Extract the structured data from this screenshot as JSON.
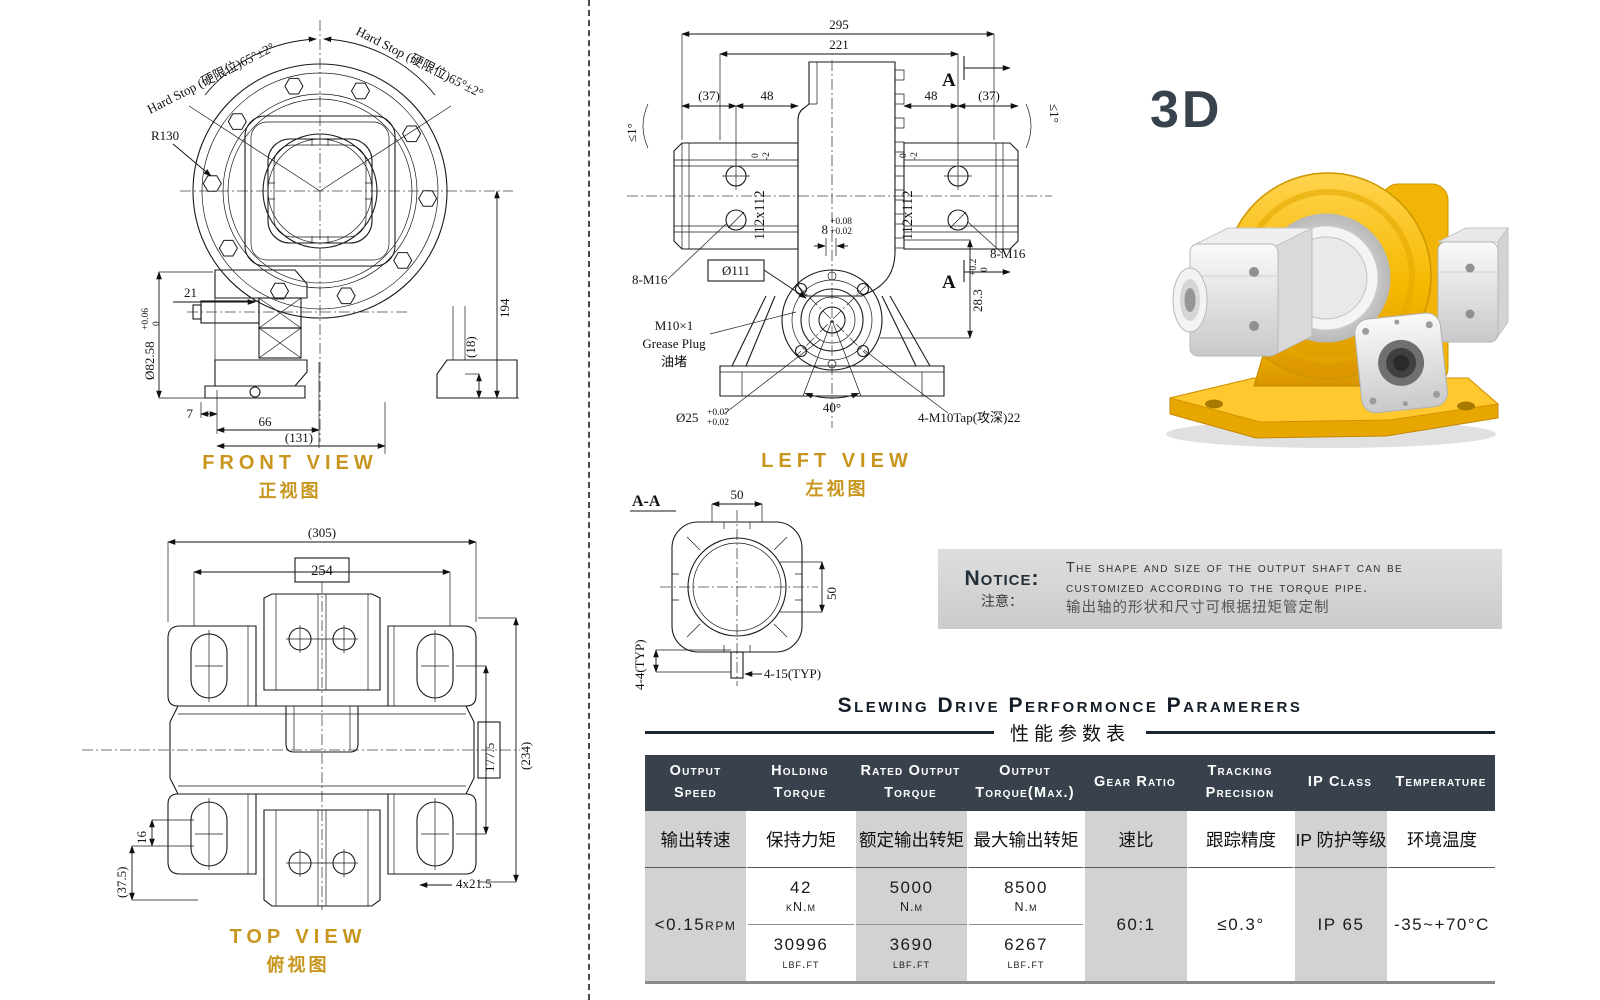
{
  "front_view": {
    "title": "FRONT VIEW",
    "subtitle": "正视图",
    "hard_stop_left": "Hard Stop (硬限位)65°±2°",
    "hard_stop_right": "Hard Stop (硬限位)65°±2°",
    "radius_label": "R130",
    "shaft_dia": "Ø82.58",
    "shaft_dia_tol_up": "+0.06",
    "shaft_dia_tol_dn": "0",
    "dim_21": "21",
    "dim_7": "7",
    "dim_66": "66",
    "dim_131": "(131)",
    "dim_194": "194",
    "dim_18": "(18)"
  },
  "left_view": {
    "title": "LEFT VIEW",
    "subtitle": "左视图",
    "dim_295": "295",
    "dim_221": "221",
    "dim_37_left": "(37)",
    "dim_48_left": "48",
    "dim_48_right": "48",
    "dim_37_right": "(37)",
    "angle_tol_left": "≤1°",
    "angle_tol_right": "≤1°",
    "shaft_sq_left": "112x112",
    "shaft_sq_tol_up": "0",
    "shaft_sq_tol_dn": "-2",
    "shaft_sq_right": "112x112",
    "dim_8": "8",
    "dim_8_tol_up": "+0.08",
    "dim_8_tol_dn": "+0.02",
    "bolts_left": "8-M16",
    "bolts_right": "8-M16",
    "dia_111": "Ø111",
    "grease_line1": "M10×1",
    "grease_line2": "Grease Plug",
    "grease_line3": "油堵",
    "dia_25": "Ø25",
    "dia_25_tol_up": "+0.07",
    "dia_25_tol_dn": "+0.02",
    "angle_40": "40°",
    "tap_label": "4-M10Tap(攻深)22",
    "dim_283": "28.3",
    "dim_283_tol_up": "+0.2",
    "dim_283_tol_dn": "0",
    "section_mark_top": "A",
    "section_mark_bottom": "A"
  },
  "section_aa": {
    "label": "A-A",
    "dim_50_top": "50",
    "dim_50_side": "50",
    "dim_44": "4-4(TYP)",
    "dim_415": "4-15(TYP)"
  },
  "top_view": {
    "title": "TOP VIEW",
    "subtitle": "俯视图",
    "dim_305": "(305)",
    "dim_254": "254",
    "dim_1775": "177.5",
    "dim_234": "(234)",
    "dim_16": "16",
    "dim_375": "(37.5)",
    "dim_4x215": "4x21.5"
  },
  "render_3d": {
    "label": "3D"
  },
  "notice": {
    "title": "Notice:",
    "title_cn": "注意：",
    "body_en_line1": "The shape and size of the output shaft can be",
    "body_en_line2": "customized according to the torque pipe.",
    "body_cn": "输出轴的形状和尺寸可根据扭矩管定制"
  },
  "table": {
    "title": "Slewing Drive Performonce Paramerers",
    "subtitle": "性能参数表",
    "columns": [
      {
        "en1": "Output",
        "en2": "Speed",
        "cn": "输出转速"
      },
      {
        "en1": "Holding",
        "en2": "Torque",
        "cn": "保持力矩"
      },
      {
        "en1": "Rated Output",
        "en2": "Torque",
        "cn": "额定输出转矩"
      },
      {
        "en1": "Output",
        "en2": "Torque(Max.)",
        "cn": "最大输出转矩"
      },
      {
        "en1": "Gear Ratio",
        "en2": "",
        "cn": "速比"
      },
      {
        "en1": "Tracking",
        "en2": "Precision",
        "cn": "跟踪精度"
      },
      {
        "en1": "IP Class",
        "en2": "",
        "cn": "IP 防护等级"
      },
      {
        "en1": "Temperature",
        "en2": "",
        "cn": "环境温度"
      }
    ],
    "row": {
      "output_speed": "<0.15rpm",
      "holding_metric_value": "42",
      "holding_metric_unit": "kN.m",
      "holding_imperial_value": "30996",
      "holding_imperial_unit": "lbf.ft",
      "rated_metric_value": "5000",
      "rated_metric_unit": "N.m",
      "rated_imperial_value": "3690",
      "rated_imperial_unit": "lbf.ft",
      "max_metric_value": "8500",
      "max_metric_unit": "N.m",
      "max_imperial_value": "6267",
      "max_imperial_unit": "lbf.ft",
      "gear_ratio": "60:1",
      "tracking_precision": "≤0.3°",
      "ip_class": "IP 65",
      "temperature": "-35~+70°C"
    }
  }
}
